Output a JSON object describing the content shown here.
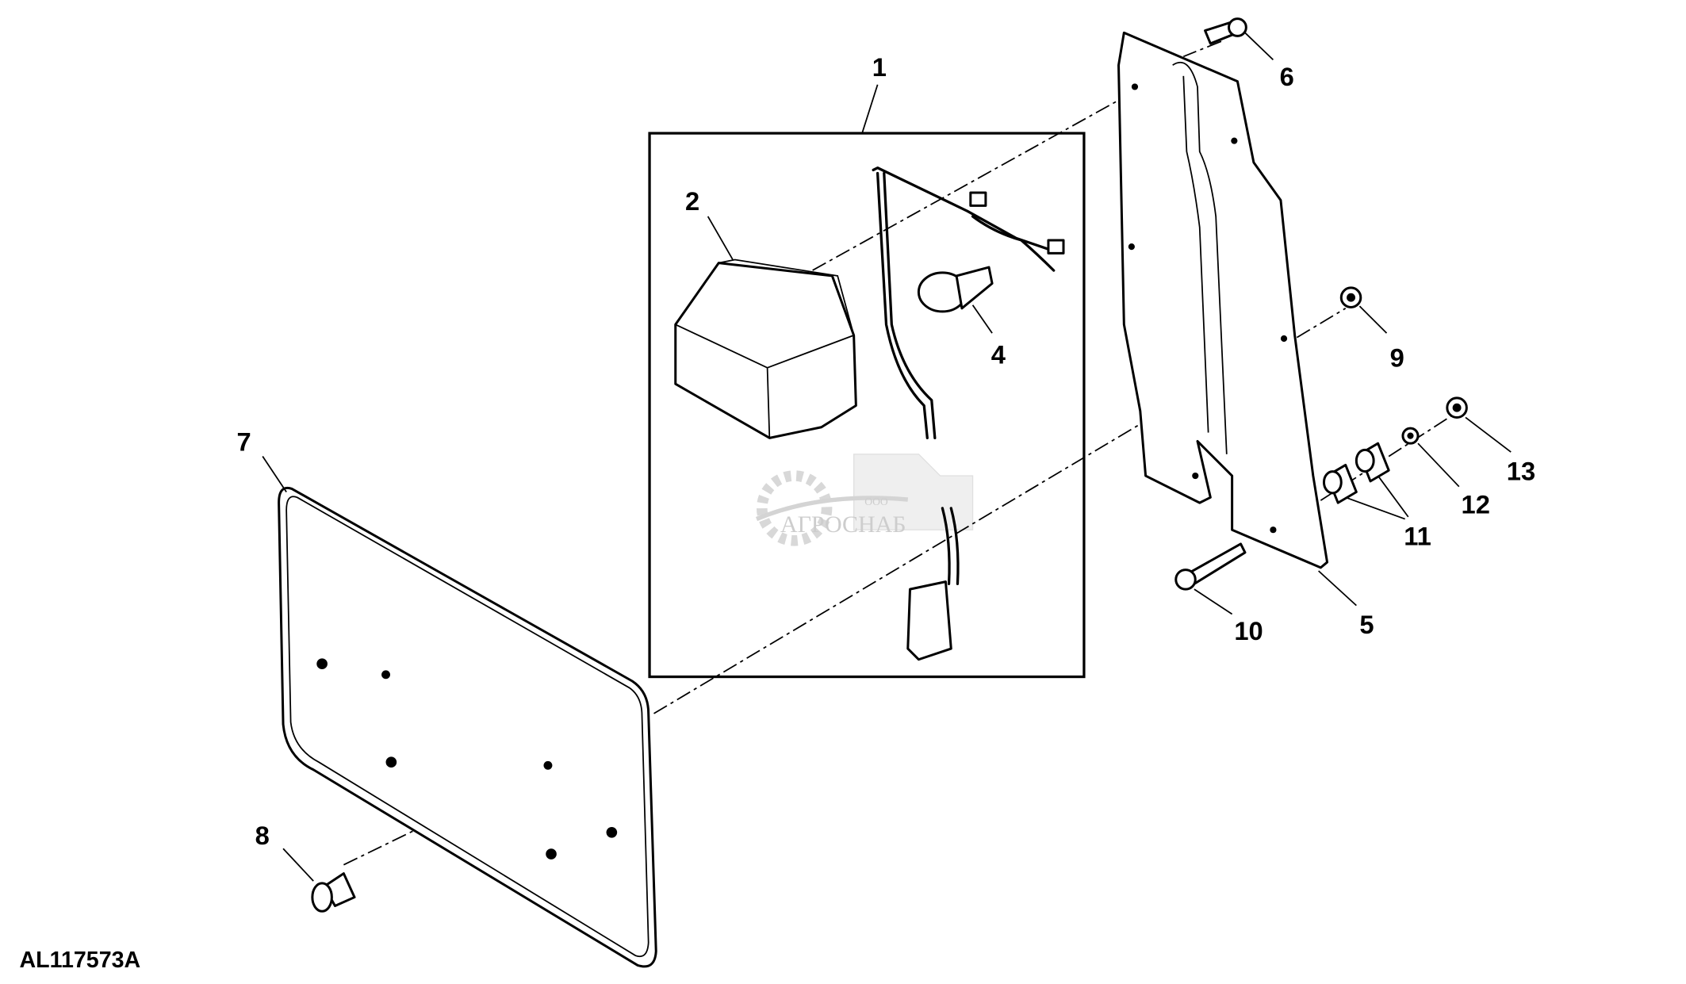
{
  "figure_code": "AL117573A",
  "watermark": {
    "company_prefix": "ООО",
    "company_name": "АГРОСНАБ"
  },
  "callouts": [
    "1",
    "2",
    "4",
    "5",
    "6",
    "7",
    "8",
    "9",
    "10",
    "11",
    "12",
    "13"
  ]
}
